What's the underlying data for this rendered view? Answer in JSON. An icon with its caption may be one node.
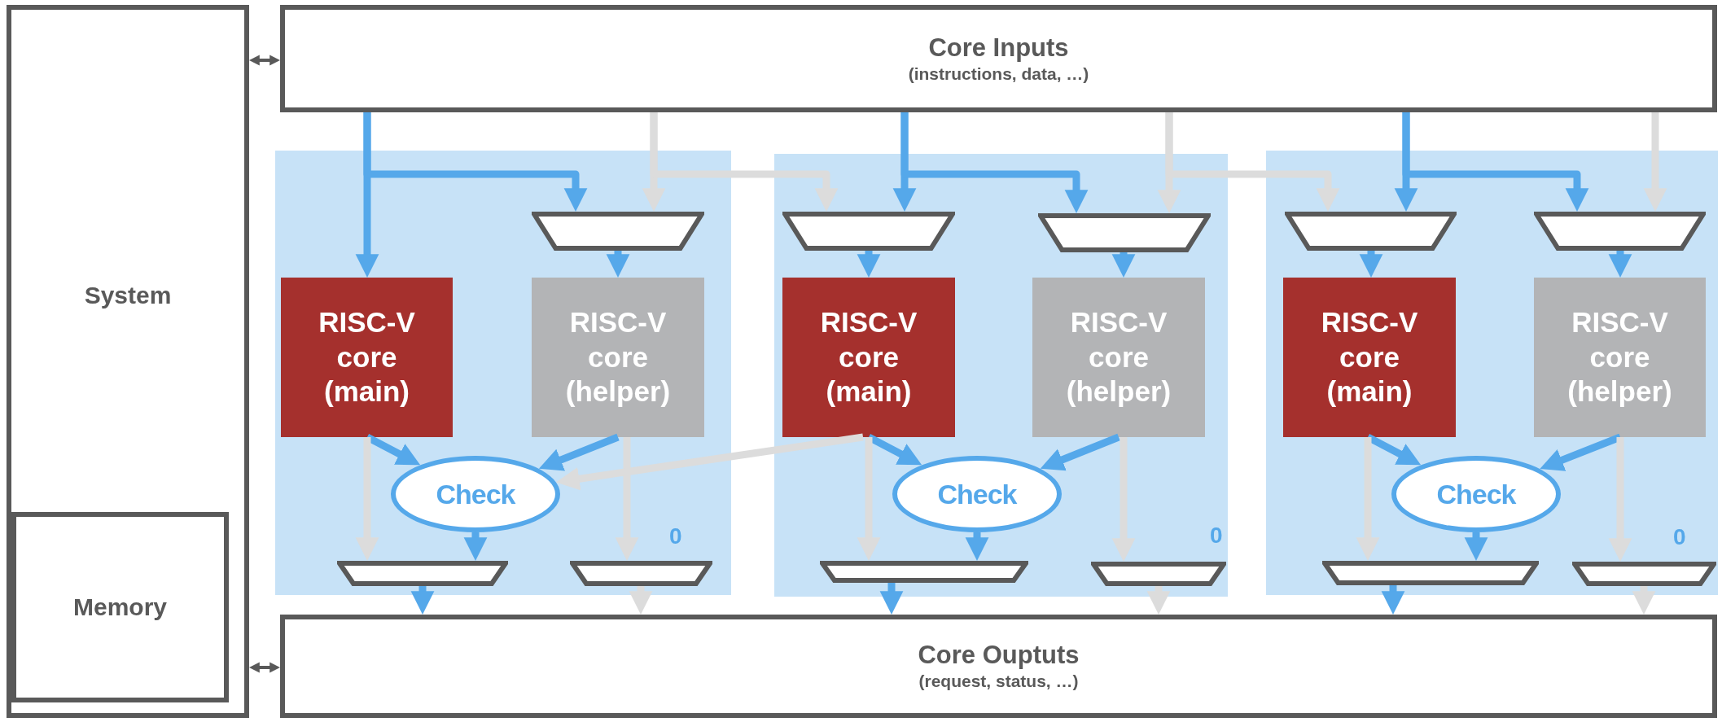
{
  "diagram": {
    "nodes": [
      {
        "text": [
          "System"
        ]
      },
      {
        "text": [
          "Memory"
        ],
        "in": 0
      },
      {
        "text": [
          "Core Inputs",
          "(instructions, data, …)"
        ]
      },
      {
        "text": [],
        "shape": "box"
      },
      {
        "text": [],
        "shape": "trapezoid",
        "in": 3
      },
      {
        "text": [
          "RISC-V core (main)"
        ],
        "in": 3
      },
      {
        "text": [
          "RISC-V core (helper)"
        ],
        "in": 3
      },
      {
        "text": [
          "Check"
        ],
        "in": 3
      },
      {
        "text": [],
        "shape": "trapezoid",
        "in": 3
      },
      {
        "text": [],
        "shape": "trapezoid",
        "in": 3,
        "beside": [
          "0"
        ]
      },
      {
        "text": [],
        "shape": "box"
      },
      {
        "text": [],
        "shape": "trapezoid",
        "in": 10
      },
      {
        "text": [],
        "shape": "trapezoid",
        "in": 10
      },
      {
        "text": [
          "RISC-V core (main)"
        ],
        "in": 10
      },
      {
        "text": [
          "RISC-V core (helper)"
        ],
        "in": 10
      },
      {
        "text": [
          "Check"
        ],
        "in": 10
      },
      {
        "text": [],
        "shape": "trapezoid",
        "in": 10
      },
      {
        "text": [],
        "shape": "trapezoid",
        "in": 10,
        "beside": [
          "0"
        ]
      },
      {
        "text": [],
        "shape": "box"
      },
      {
        "text": [],
        "shape": "trapezoid",
        "in": 18
      },
      {
        "text": [],
        "shape": "trapezoid",
        "in": 18
      },
      {
        "text": [
          "RISC-V core (main)"
        ],
        "in": 18
      },
      {
        "text": [
          "RISC-V core (helper)"
        ],
        "in": 18
      },
      {
        "text": [
          "Check"
        ],
        "in": 18
      },
      {
        "text": [],
        "shape": "trapezoid",
        "in": 18
      },
      {
        "text": [],
        "shape": "trapezoid",
        "in": 18,
        "beside": [
          "0"
        ]
      },
      {
        "text": [
          "Core Ouptuts",
          "(request, status, …)"
        ]
      }
    ],
    "edges": [
      {
        "from": 0,
        "to": 2,
        "arrow": "both",
        "color": "#595959"
      },
      {
        "from": 0,
        "to": 26,
        "arrow": "both",
        "color": "#595959"
      },
      {
        "from": 2,
        "to": 5,
        "arrow": "to"
      },
      {
        "from": 2,
        "to": 4,
        "arrow": "to"
      },
      {
        "from": 2,
        "to": 4,
        "arrow": "to",
        "color": "#dcdcdc"
      },
      {
        "from": 4,
        "to": 6,
        "arrow": "to"
      },
      {
        "from": 5,
        "to": 7,
        "arrow": "to"
      },
      {
        "from": 6,
        "to": 7,
        "arrow": "to"
      },
      {
        "from": 7,
        "to": 8,
        "arrow": "to"
      },
      {
        "from": 5,
        "to": 8,
        "arrow": "to",
        "color": "#dcdcdc"
      },
      {
        "from": 6,
        "to": 9,
        "arrow": "to",
        "color": "#dcdcdc"
      },
      {
        "from": 8,
        "to": 26,
        "arrow": "to"
      },
      {
        "from": 9,
        "to": 26,
        "arrow": "to",
        "color": "#dcdcdc"
      },
      {
        "from": 2,
        "to": 11,
        "arrow": "to",
        "color": "#dcdcdc"
      },
      {
        "from": 2,
        "to": 11,
        "arrow": "to"
      },
      {
        "from": 2,
        "to": 12,
        "arrow": "to"
      },
      {
        "from": 2,
        "to": 12,
        "arrow": "to",
        "color": "#dcdcdc"
      },
      {
        "from": 11,
        "to": 13,
        "arrow": "to"
      },
      {
        "from": 12,
        "to": 14,
        "arrow": "to"
      },
      {
        "from": 13,
        "to": 15,
        "arrow": "to"
      },
      {
        "from": 14,
        "to": 15,
        "arrow": "to"
      },
      {
        "from": 15,
        "to": 16,
        "arrow": "to"
      },
      {
        "from": 13,
        "to": 16,
        "arrow": "to",
        "color": "#dcdcdc"
      },
      {
        "from": 14,
        "to": 17,
        "arrow": "to",
        "color": "#dcdcdc"
      },
      {
        "from": 16,
        "to": 26,
        "arrow": "to"
      },
      {
        "from": 17,
        "to": 26,
        "arrow": "to",
        "color": "#dcdcdc"
      },
      {
        "from": 13,
        "to": 7,
        "arrow": "to",
        "color": "#dcdcdc"
      },
      {
        "from": 2,
        "to": 19,
        "arrow": "to",
        "color": "#dcdcdc"
      },
      {
        "from": 2,
        "to": 19,
        "arrow": "to"
      },
      {
        "from": 2,
        "to": 20,
        "arrow": "to"
      },
      {
        "from": 2,
        "to": 20,
        "arrow": "to",
        "color": "#dcdcdc"
      },
      {
        "from": 19,
        "to": 21,
        "arrow": "to"
      },
      {
        "from": 20,
        "to": 22,
        "arrow": "to"
      },
      {
        "from": 21,
        "to": 23,
        "arrow": "to"
      },
      {
        "from": 22,
        "to": 23,
        "arrow": "to"
      },
      {
        "from": 23,
        "to": 24,
        "arrow": "to"
      },
      {
        "from": 21,
        "to": 24,
        "arrow": "to",
        "color": "#dcdcdc"
      },
      {
        "from": 22,
        "to": 25,
        "arrow": "to",
        "color": "#dcdcdc"
      },
      {
        "from": 24,
        "to": 26,
        "arrow": "to"
      },
      {
        "from": 25,
        "to": 26,
        "arrow": "to",
        "color": "#dcdcdc"
      }
    ]
  }
}
